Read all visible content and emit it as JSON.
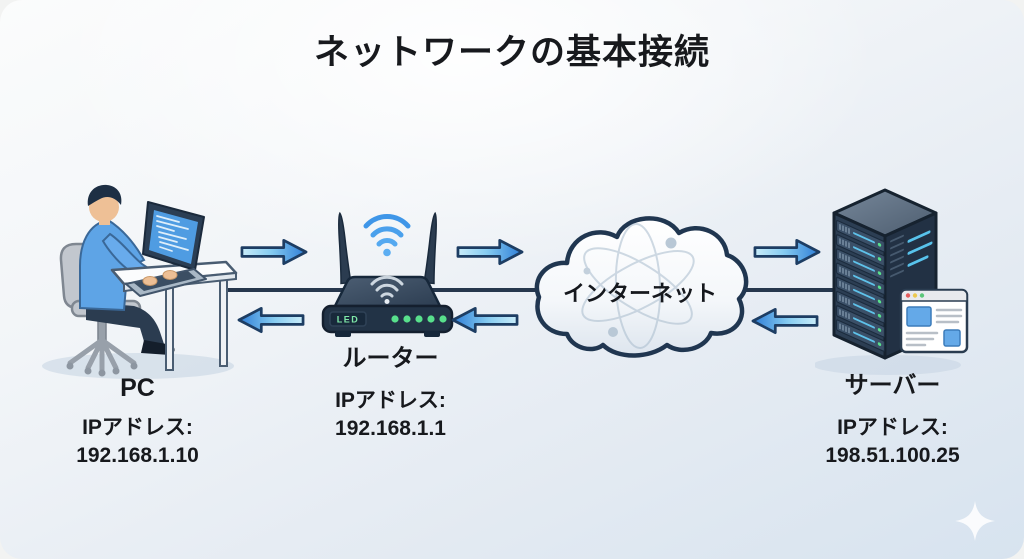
{
  "title": "ネットワークの基本接続",
  "nodes": {
    "pc": {
      "label": "PC",
      "ip_label": "IPアドレス:",
      "ip": "192.168.1.10"
    },
    "router": {
      "label": "ルーター",
      "ip_label": "IPアドレス:",
      "ip": "192.168.1.1",
      "panel_text": "LED"
    },
    "internet": {
      "label": "インターネット"
    },
    "server": {
      "label": "サーバー",
      "ip_label": "IPアドレス:",
      "ip": "198.51.100.25"
    }
  },
  "connections": [
    {
      "from": "pc",
      "to": "router",
      "bidirectional": true
    },
    {
      "from": "router",
      "to": "internet",
      "bidirectional": true
    },
    {
      "from": "internet",
      "to": "server",
      "bidirectional": true
    }
  ],
  "icons": {
    "pc": "person-at-desk-with-laptop",
    "router": "wireless-router-with-antennas",
    "router_signal": "wifi-signal",
    "internet": "cloud-with-atom-orbits",
    "server": "server-rack-tower-with-webpage",
    "watermark": "sparkle"
  },
  "colors": {
    "arrow_light": "#c9ecf9",
    "arrow_mid": "#86ccf1",
    "arrow_dark": "#2e7dd6",
    "arrow_outline": "#1d3d63",
    "connection_line": "#26374d",
    "device_body": "#2c3e53",
    "led_green": "#58e08c",
    "wifi_blue": "#3f96e8",
    "text": "#17191d"
  }
}
